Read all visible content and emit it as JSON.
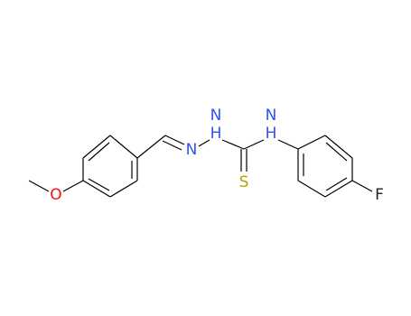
{
  "molecule": {
    "atoms": [
      {
        "id": "o_methoxy",
        "element": "O",
        "color": "#ff0d0d"
      },
      {
        "id": "n_imine",
        "element": "N",
        "color": "#3050f8"
      },
      {
        "id": "nh_hydrazide",
        "element": "N",
        "color": "#3050f8"
      },
      {
        "id": "h_hydrazide",
        "element": "H",
        "color": "#3050f8"
      },
      {
        "id": "nh_aryl",
        "element": "N",
        "color": "#3050f8"
      },
      {
        "id": "h_aryl",
        "element": "H",
        "color": "#3050f8"
      },
      {
        "id": "s_thione",
        "element": "S",
        "color": "#b8a000"
      },
      {
        "id": "f_fluoro",
        "element": "F",
        "color": "#222222"
      }
    ],
    "bond_color": "#000000"
  }
}
